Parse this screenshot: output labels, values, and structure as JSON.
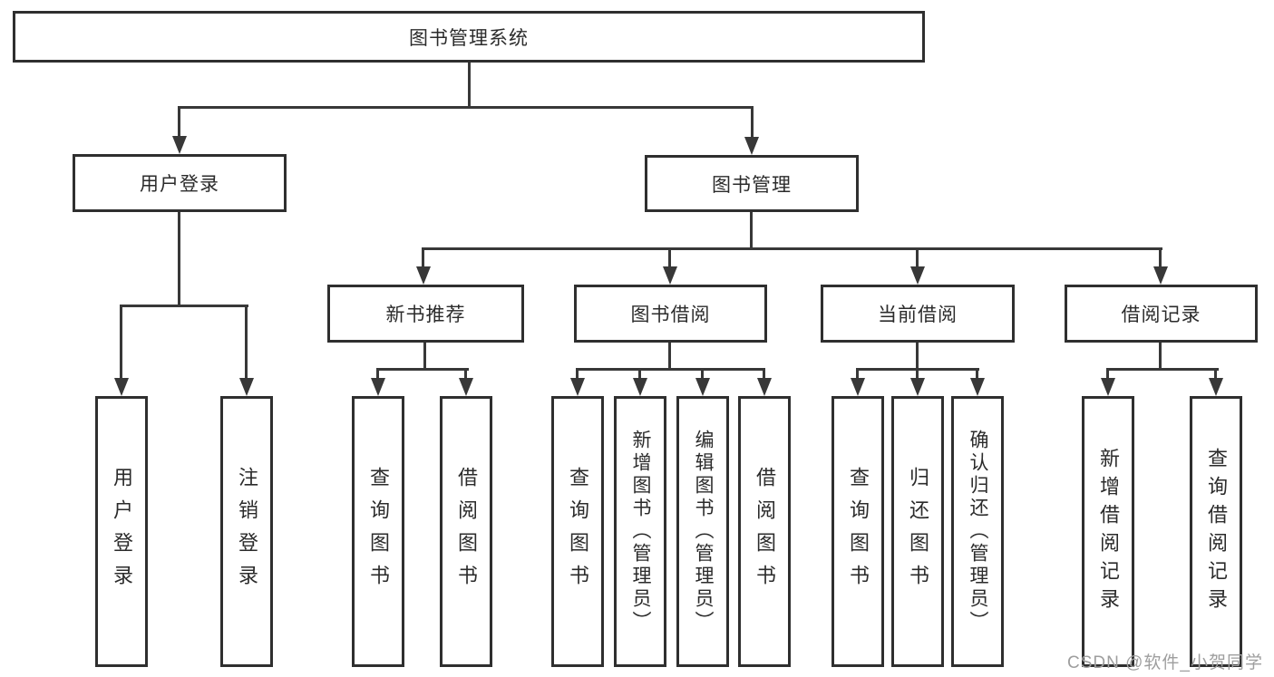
{
  "diagram": {
    "root": {
      "label": "图书管理系统"
    },
    "branches": [
      {
        "label": "用户登录",
        "children": [
          {
            "label": "用户登录"
          },
          {
            "label": "注销登录"
          }
        ]
      },
      {
        "label": "图书管理",
        "children": [
          {
            "label": "新书推荐",
            "children": [
              {
                "label": "查询图书"
              },
              {
                "label": "借阅图书"
              }
            ]
          },
          {
            "label": "图书借阅",
            "children": [
              {
                "label": "查询图书"
              },
              {
                "label": "新增图书（管理员）"
              },
              {
                "label": "编辑图书（管理员）"
              },
              {
                "label": "借阅图书"
              }
            ]
          },
          {
            "label": "当前借阅",
            "children": [
              {
                "label": "查询图书"
              },
              {
                "label": "归还图书"
              },
              {
                "label": "确认归还（管理员）"
              }
            ]
          },
          {
            "label": "借阅记录",
            "children": [
              {
                "label": "新增借阅记录"
              },
              {
                "label": "查询借阅记录"
              }
            ]
          }
        ]
      }
    ],
    "watermark": {
      "text": "CSDN @软件_小贺同学"
    },
    "colors": {
      "line": "#383838",
      "border": "#2f2f2f",
      "text": "#2b2b2b",
      "watermark": "#9e9e9e",
      "background": "#ffffff"
    }
  }
}
